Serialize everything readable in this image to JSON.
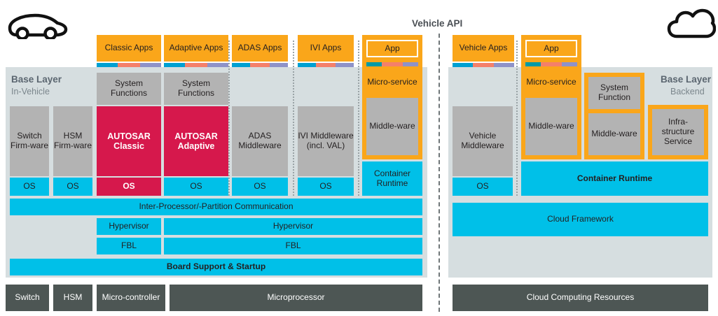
{
  "diagram": {
    "title": "Vehicle API",
    "icons": {
      "left": "car-icon",
      "right": "cloud-icon"
    },
    "colors": {
      "panel": "#d6dee0",
      "grey": "#b3b3b3",
      "orange": "#faa61a",
      "cyan": "#00c0e8",
      "red": "#d6184c",
      "dark": "#4d5654",
      "bar_blue": "#00a0d2",
      "bar_teal": "#009aa6",
      "bar_salmon": "#f4806a",
      "bar_purple": "#8e92c8"
    }
  },
  "in_vehicle": {
    "base_layer_title": "Base Layer",
    "base_layer_subtitle": "In-Vehicle",
    "apps": [
      {
        "label": "Classic Apps"
      },
      {
        "label": "Adaptive Apps"
      },
      {
        "label": "ADAS Apps"
      },
      {
        "label": "IVI Apps"
      },
      {
        "label": "App"
      }
    ],
    "system_functions": [
      {
        "label": "System Functions"
      },
      {
        "label": "System Functions"
      }
    ],
    "stacks": [
      {
        "label": "Switch Firm-ware"
      },
      {
        "label": "HSM Firm-ware"
      },
      {
        "label": "AUTOSAR Classic"
      },
      {
        "label": "AUTOSAR Adaptive"
      },
      {
        "label": "ADAS Middleware"
      },
      {
        "label": "IVI Middleware (incl. VAL)"
      }
    ],
    "microservice_label": "Micro-service",
    "middleware_label": "Middle-ware",
    "container_runtime_label": "Container Runtime",
    "os_labels": [
      "OS",
      "OS",
      "OS",
      "OS",
      "OS",
      "OS"
    ],
    "ipc_label": "Inter-Processor/-Partition Communication",
    "hypervisor_left_label": "Hypervisor",
    "hypervisor_right_label": "Hypervisor",
    "fbl_left_label": "FBL",
    "fbl_right_label": "FBL",
    "board_support_label": "Board Support & Startup",
    "hardware": [
      {
        "label": "Switch"
      },
      {
        "label": "HSM"
      },
      {
        "label": "Micro-controller"
      },
      {
        "label": "Microprocessor"
      }
    ]
  },
  "backend": {
    "base_layer_title": "Base Layer",
    "base_layer_subtitle": "Backend",
    "apps": [
      {
        "label": "Vehicle Apps"
      },
      {
        "label": "App"
      }
    ],
    "vehicle_middleware_label": "Vehicle Middleware",
    "os_label": "OS",
    "microservice_label": "Micro-service",
    "microservice_middleware_label": "Middle-ware",
    "system_function_label": "System Function",
    "system_function_middleware_label": "Middle-ware",
    "infrastructure_service_label": "Infra-structure Service",
    "container_runtime_label": "Container Runtime",
    "cloud_framework_label": "Cloud Framework",
    "hardware": [
      {
        "label": "Cloud Computing Resources"
      }
    ]
  }
}
